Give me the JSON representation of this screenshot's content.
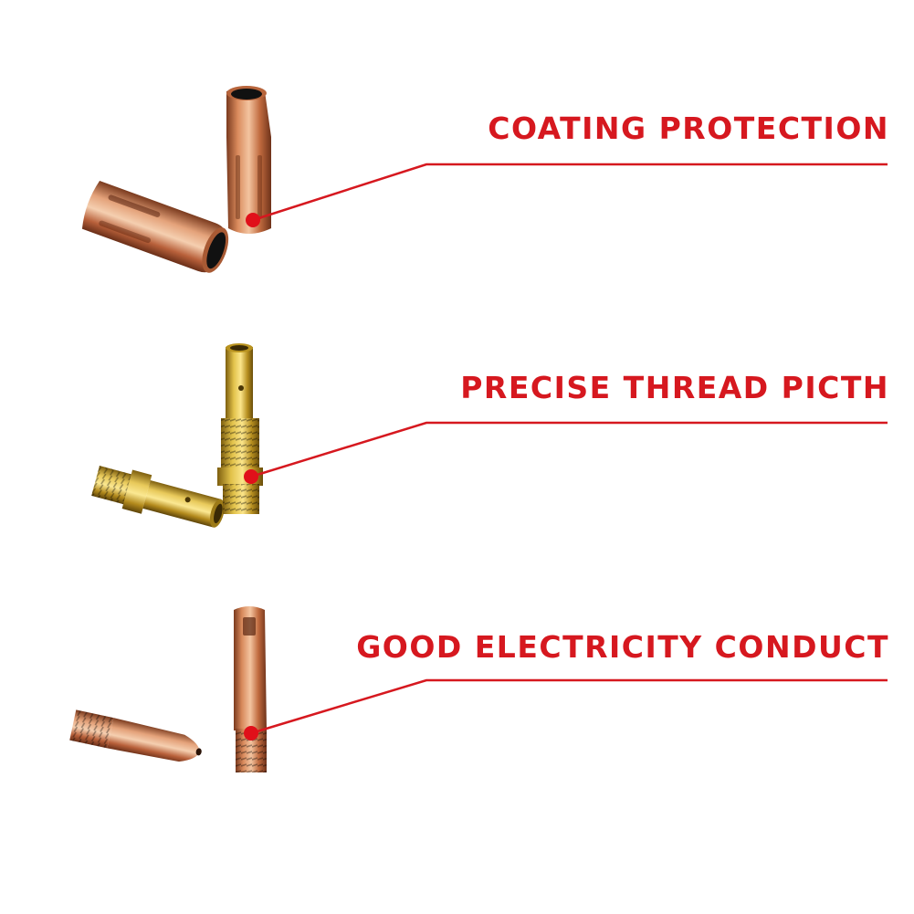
{
  "colors": {
    "accent": "#d6181f",
    "background": "#ffffff",
    "copper": "#c8734a",
    "brass": "#c9a52a"
  },
  "features": [
    {
      "label": "COATING PROTECTION",
      "part_icon": "copper-nozzle-icon"
    },
    {
      "label": "PRECISE THREAD PICTH",
      "part_icon": "brass-tip-holder-icon"
    },
    {
      "label": "GOOD ELECTRICITY CONDUCT",
      "part_icon": "copper-contact-tip-icon"
    }
  ]
}
